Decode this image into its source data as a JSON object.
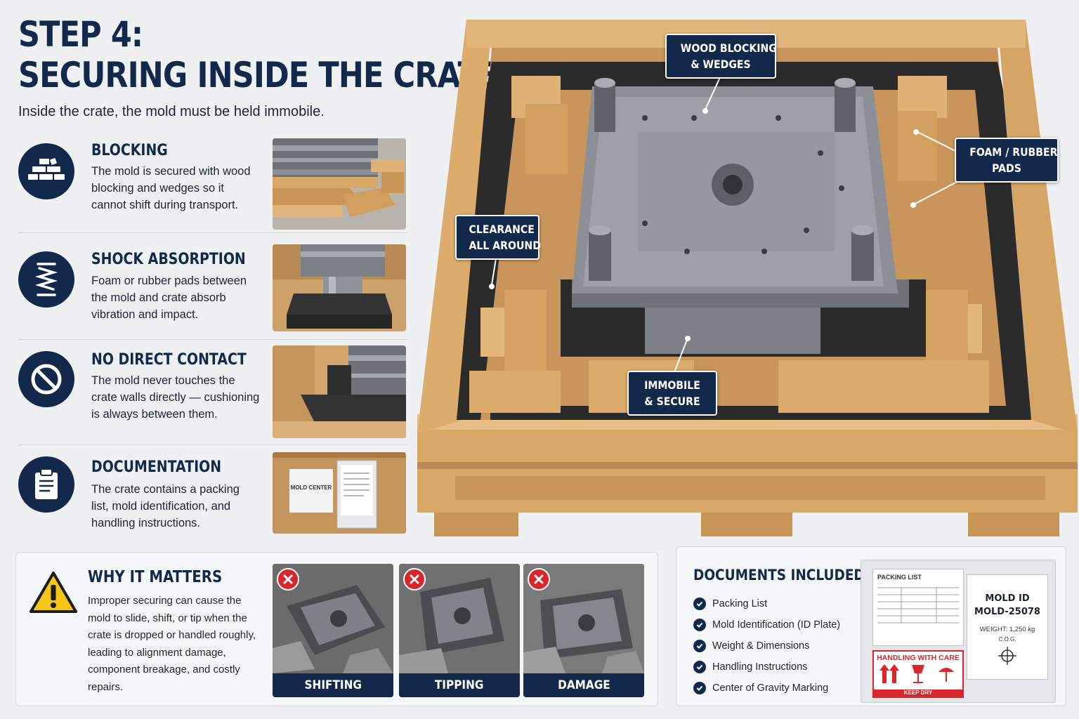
{
  "header": {
    "title_line1": "STEP 4:",
    "title_line2": "SECURING INSIDE THE CRATE",
    "subtitle": "Inside the crate, the mold must be held immobile."
  },
  "features": [
    {
      "title": "BLOCKING",
      "icon": "bricks-icon",
      "desc": "The mold is secured with wood blocking and wedges so it cannot shift during transport."
    },
    {
      "title": "SHOCK ABSORPTION",
      "icon": "spring-icon",
      "desc": "Foam or rubber pads between the mold and crate absorb vibration and impact."
    },
    {
      "title": "NO DIRECT CONTACT",
      "icon": "prohibited-icon",
      "desc": "The mold never touches the crate walls directly — cushioning is always between them."
    },
    {
      "title": "DOCUMENTATION",
      "icon": "clipboard-icon",
      "desc": "The crate contains a packing list, mold identification, and handling instructions."
    }
  ],
  "doc_photo": {
    "label": "MOLD CENTER"
  },
  "callouts": {
    "wood_blocking_line1": "WOOD BLOCKING",
    "wood_blocking_line2": "& WEDGES",
    "foam_line1": "FOAM / RUBBER",
    "foam_line2": "PADS",
    "clearance_line1": "CLEARANCE",
    "clearance_line2": "ALL AROUND",
    "immobile_line1": "IMMOBILE",
    "immobile_line2": "& SECURE"
  },
  "why": {
    "title": "WHY IT MATTERS",
    "icon": "warning-icon",
    "desc": "Improper securing can cause the mold to slide, shift, or tip when the crate is dropped or handled roughly, leading to alignment damage, component breakage, and costly repairs.",
    "risks": [
      "SHIFTING",
      "TIPPING",
      "DAMAGE"
    ]
  },
  "docs": {
    "title": "DOCUMENTS INCLUDED",
    "items": [
      "Packing List",
      "Mold Identification (ID Plate)",
      "Weight & Dimensions",
      "Handling Instructions",
      "Center of Gravity Marking"
    ],
    "packing_heading": "PACKING LIST",
    "handling_label": "HANDLING WITH CARE",
    "keep_dry": "KEEP DRY",
    "id_label": "MOLD ID",
    "id_number": "MOLD-25078",
    "weight": "WEIGHT: 1,250 kg",
    "cog": "C.O.G."
  },
  "colors": {
    "navy": "#13294b",
    "wood": "#d9a867",
    "foam": "#2b2b2b",
    "steel": "#8c9096",
    "alert_red": "#d9262c",
    "warning_yellow": "#f5c518"
  }
}
